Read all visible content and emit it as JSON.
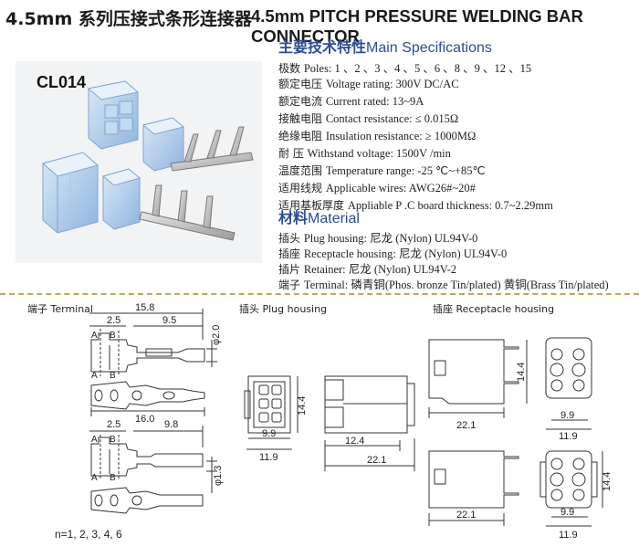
{
  "title": {
    "cn": "4.5mm 系列压接式条形连接器",
    "en": "4.5mm PITCH PRESSURE WELDING BAR CONNECTOR"
  },
  "photo": {
    "code": "CL014"
  },
  "main_specs": {
    "heading_cn": "主要技术特性",
    "heading_en": "Main Specifications",
    "rows": [
      {
        "key": "极数",
        "value": "Poles: 1 、2 、3 、4 、5 、6 、8 、9 、12 、15"
      },
      {
        "key": "额定电压",
        "value": "Voltage rating: 300V DC/AC"
      },
      {
        "key": "额定电流",
        "value": "Current rated: 13~9A"
      },
      {
        "key": "接触电阻",
        "value": "Contact resistance:    ≤ 0.015Ω"
      },
      {
        "key": "绝缘电阻",
        "value": "Insulation resistance:    ≥ 1000MΩ"
      },
      {
        "key": "耐    压",
        "value": "Withstand voltage: 1500V /min"
      },
      {
        "key": "温度范围",
        "value": "Temperature range: -25  ℃~+85℃"
      },
      {
        "key": "适用线规",
        "value": "Applicable wires:  AWG26#~20#"
      },
      {
        "key": "适用基板厚度",
        "value": "Appliable P .C board thickness: 0.7~2.29mm"
      }
    ]
  },
  "material": {
    "heading_cn": "材料",
    "heading_en": "Material",
    "rows": [
      {
        "key": "插头",
        "value": "Plug housing:  尼龙 (Nylon) UL94V-0"
      },
      {
        "key": "插座",
        "value": "Receptacle housing:   尼龙 (Nylon) UL94V-0"
      },
      {
        "key": "插片",
        "value": "Retainer: 尼龙 (Nylon) UL94V-2"
      },
      {
        "key": "端子",
        "value": "Terminal:  磷青铜(Phos. bronze   Tin/plated)      黄铜(Brass  Tin/plated)"
      }
    ]
  },
  "drawings": {
    "terminal_label": "端子 Terminal",
    "plug_label": "插头 Plug housing",
    "receptacle_label": "插座 Receptacle housing",
    "dims": {
      "t_15_8": "15.8",
      "t_2_5a": "2.5",
      "t_9_5": "9.5",
      "t_phi2": "φ2.0",
      "t_16_0": "16.0",
      "t_2_5b": "2.5",
      "t_9_8": "9.8",
      "t_phi1_3": "φ1.3",
      "p_14_4": "14.4",
      "p_9_9": "9.9",
      "p_11_9": "11.9",
      "p_12_4": "12.4",
      "p_22_1": "22.1",
      "r_14_4a": "14.4",
      "r_22_1a": "22.1",
      "r_9_9a": "9.9",
      "r_11_9a": "11.9",
      "r_14_4b": "14.4",
      "r_22_1b": "22.1",
      "r_9_9b": "9.9",
      "r_11_9b": "11.9",
      "A": "A",
      "B": "B"
    },
    "note": "n=1, 2, 3, 4, 6"
  }
}
